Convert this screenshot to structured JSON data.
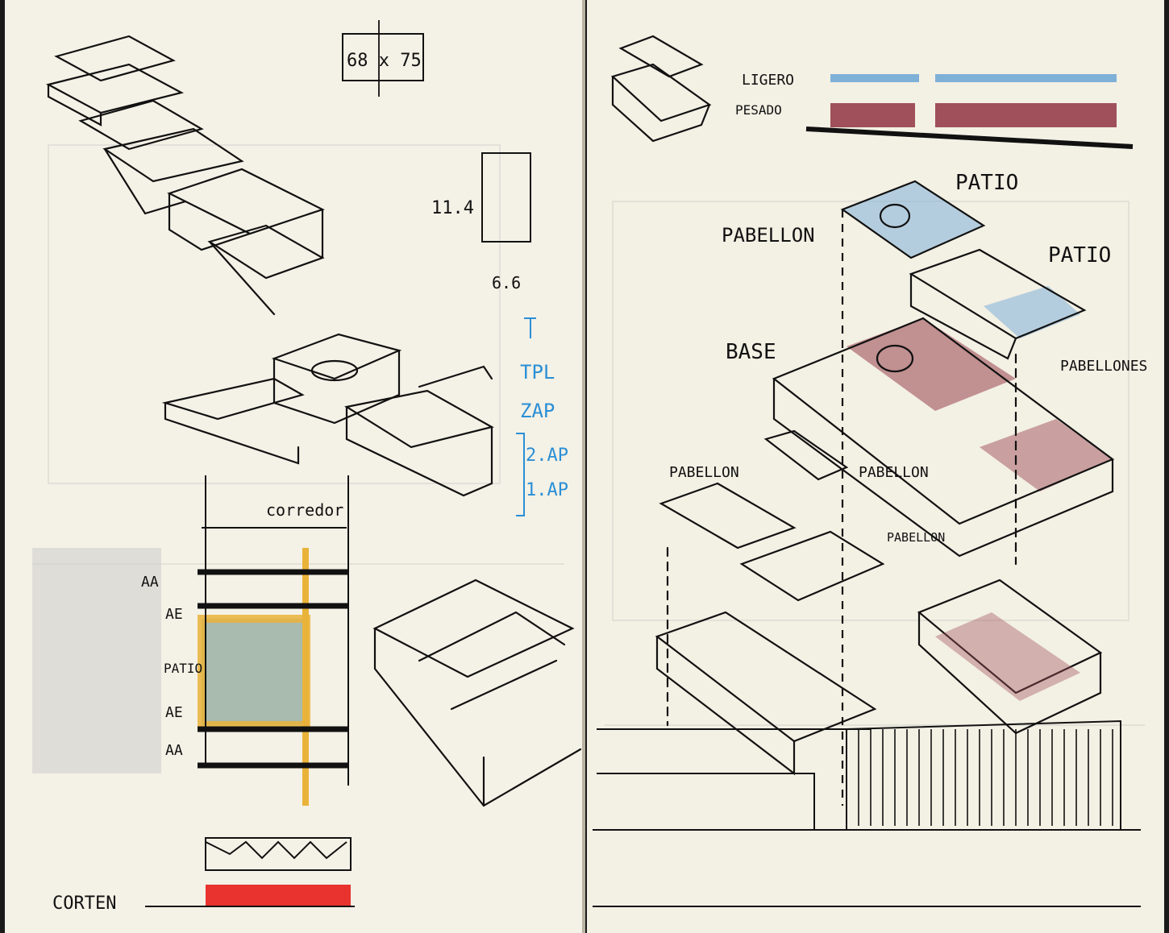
{
  "left_page": {
    "dimension_top": "68 x 75",
    "dimension_side": "11.4",
    "dimension_bottom": "6.6",
    "corredor_label": "corredor",
    "row_labels": [
      "AA",
      "AE",
      "PATIO",
      "AE",
      "AA"
    ],
    "corten_label": "CORTEN",
    "blue_notes": [
      "TPL",
      "ZAP",
      "2.AP",
      "1.AP"
    ]
  },
  "right_page": {
    "legend": {
      "light_label": "LIGERO",
      "heavy_label": "PESADO"
    },
    "labels": {
      "patio_1": "PATIO",
      "patio_2": "PATIO",
      "pabellon_top": "PABELLON",
      "base": "BASE",
      "pabellones": "PABELLONES",
      "pabellon_left": "PABELLON",
      "pabellon_mid": "PABELLON",
      "pabellon_low": "PABELLON"
    }
  },
  "colors": {
    "paper": "#f3f0e4",
    "ink": "#111111",
    "blue_pencil": "#7fb0d8",
    "red_pencil": "#a0505a",
    "yellow_pencil": "#e9b33a",
    "green_pencil": "#8fa69a",
    "corten_red": "#e8332e"
  }
}
